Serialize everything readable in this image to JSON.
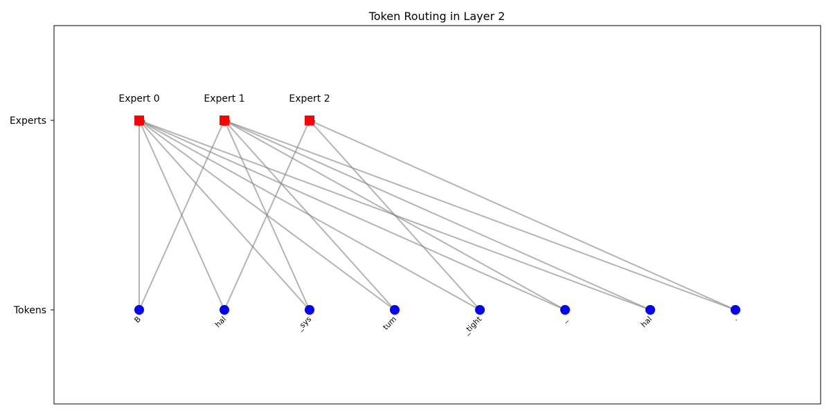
{
  "chart_data": {
    "type": "network",
    "title": "Token Routing in Layer 2",
    "y_ticks": [
      "Experts",
      "Tokens"
    ],
    "experts": [
      {
        "label": "Expert 0"
      },
      {
        "label": "Expert 1"
      },
      {
        "label": "Expert 2"
      }
    ],
    "tokens": [
      {
        "label": "B"
      },
      {
        "label": "hal"
      },
      {
        "label": "_sys"
      },
      {
        "label": "tum"
      },
      {
        "label": "_tight"
      },
      {
        "label": "_"
      },
      {
        "label": "hal"
      },
      {
        "label": "."
      }
    ],
    "routes": [
      {
        "token": 0,
        "expert": 0
      },
      {
        "token": 0,
        "expert": 1
      },
      {
        "token": 1,
        "expert": 0
      },
      {
        "token": 1,
        "expert": 2
      },
      {
        "token": 2,
        "expert": 0
      },
      {
        "token": 2,
        "expert": 1
      },
      {
        "token": 3,
        "expert": 0
      },
      {
        "token": 3,
        "expert": 1
      },
      {
        "token": 4,
        "expert": 0
      },
      {
        "token": 4,
        "expert": 2
      },
      {
        "token": 5,
        "expert": 0
      },
      {
        "token": 5,
        "expert": 1
      },
      {
        "token": 6,
        "expert": 0
      },
      {
        "token": 6,
        "expert": 1
      },
      {
        "token": 7,
        "expert": 1
      },
      {
        "token": 7,
        "expert": 2
      }
    ],
    "colors": {
      "expert": "#ff0000",
      "token": "#0000ff",
      "edge": "#808080"
    },
    "grid": false
  }
}
